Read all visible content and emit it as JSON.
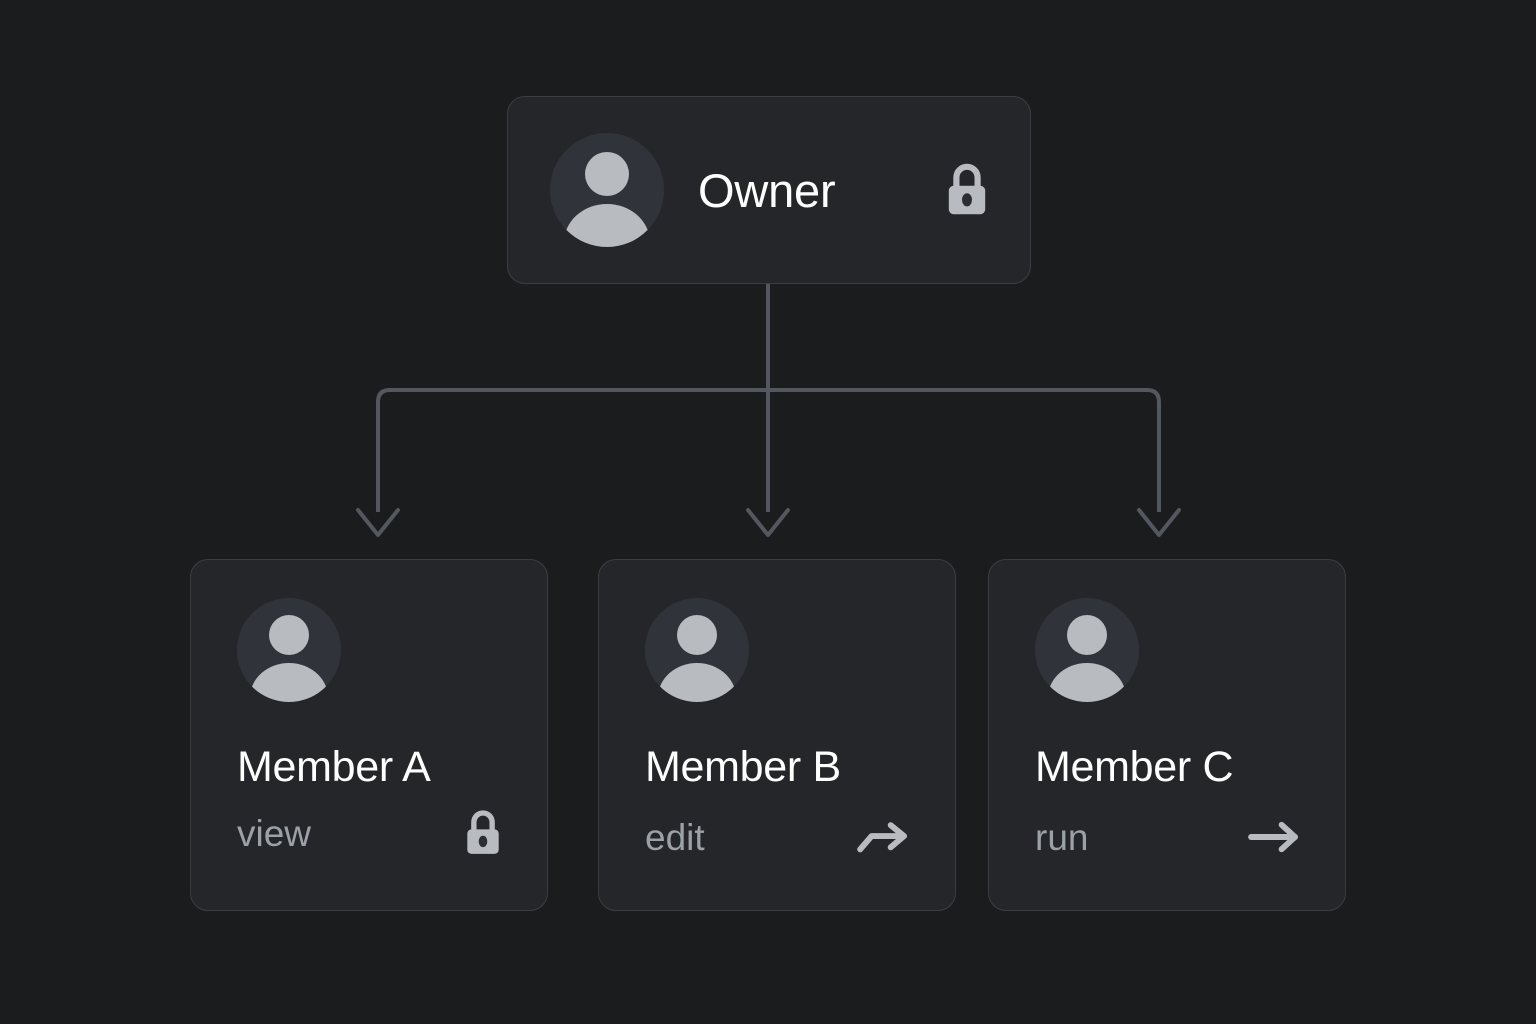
{
  "diagram": {
    "title": "Owner and members permission hierarchy",
    "background_color": "#1b1c1e",
    "card_color": "#242629",
    "card_border_color": "#3a3e44",
    "connector_color": "#53585f",
    "text_color": "#ffffff",
    "muted_text_color": "#9ba1a7",
    "icon_color": "#b8bbc0"
  },
  "owner": {
    "name": "Owner",
    "avatar_icon": "user-avatar-icon",
    "status_icon": "lock-icon"
  },
  "members": [
    {
      "name": "Member A",
      "permission": "view",
      "avatar_icon": "user-avatar-icon",
      "action_icon": "lock-icon"
    },
    {
      "name": "Member B",
      "permission": "edit",
      "avatar_icon": "user-avatar-icon",
      "action_icon": "arrow-turn-right-icon"
    },
    {
      "name": "Member C",
      "permission": "run",
      "avatar_icon": "user-avatar-icon",
      "action_icon": "arrow-right-icon"
    }
  ],
  "connectors": {
    "from": "Owner",
    "to": [
      "Member A",
      "Member B",
      "Member C"
    ],
    "style": "orthogonal-elbow-with-arrowheads"
  }
}
